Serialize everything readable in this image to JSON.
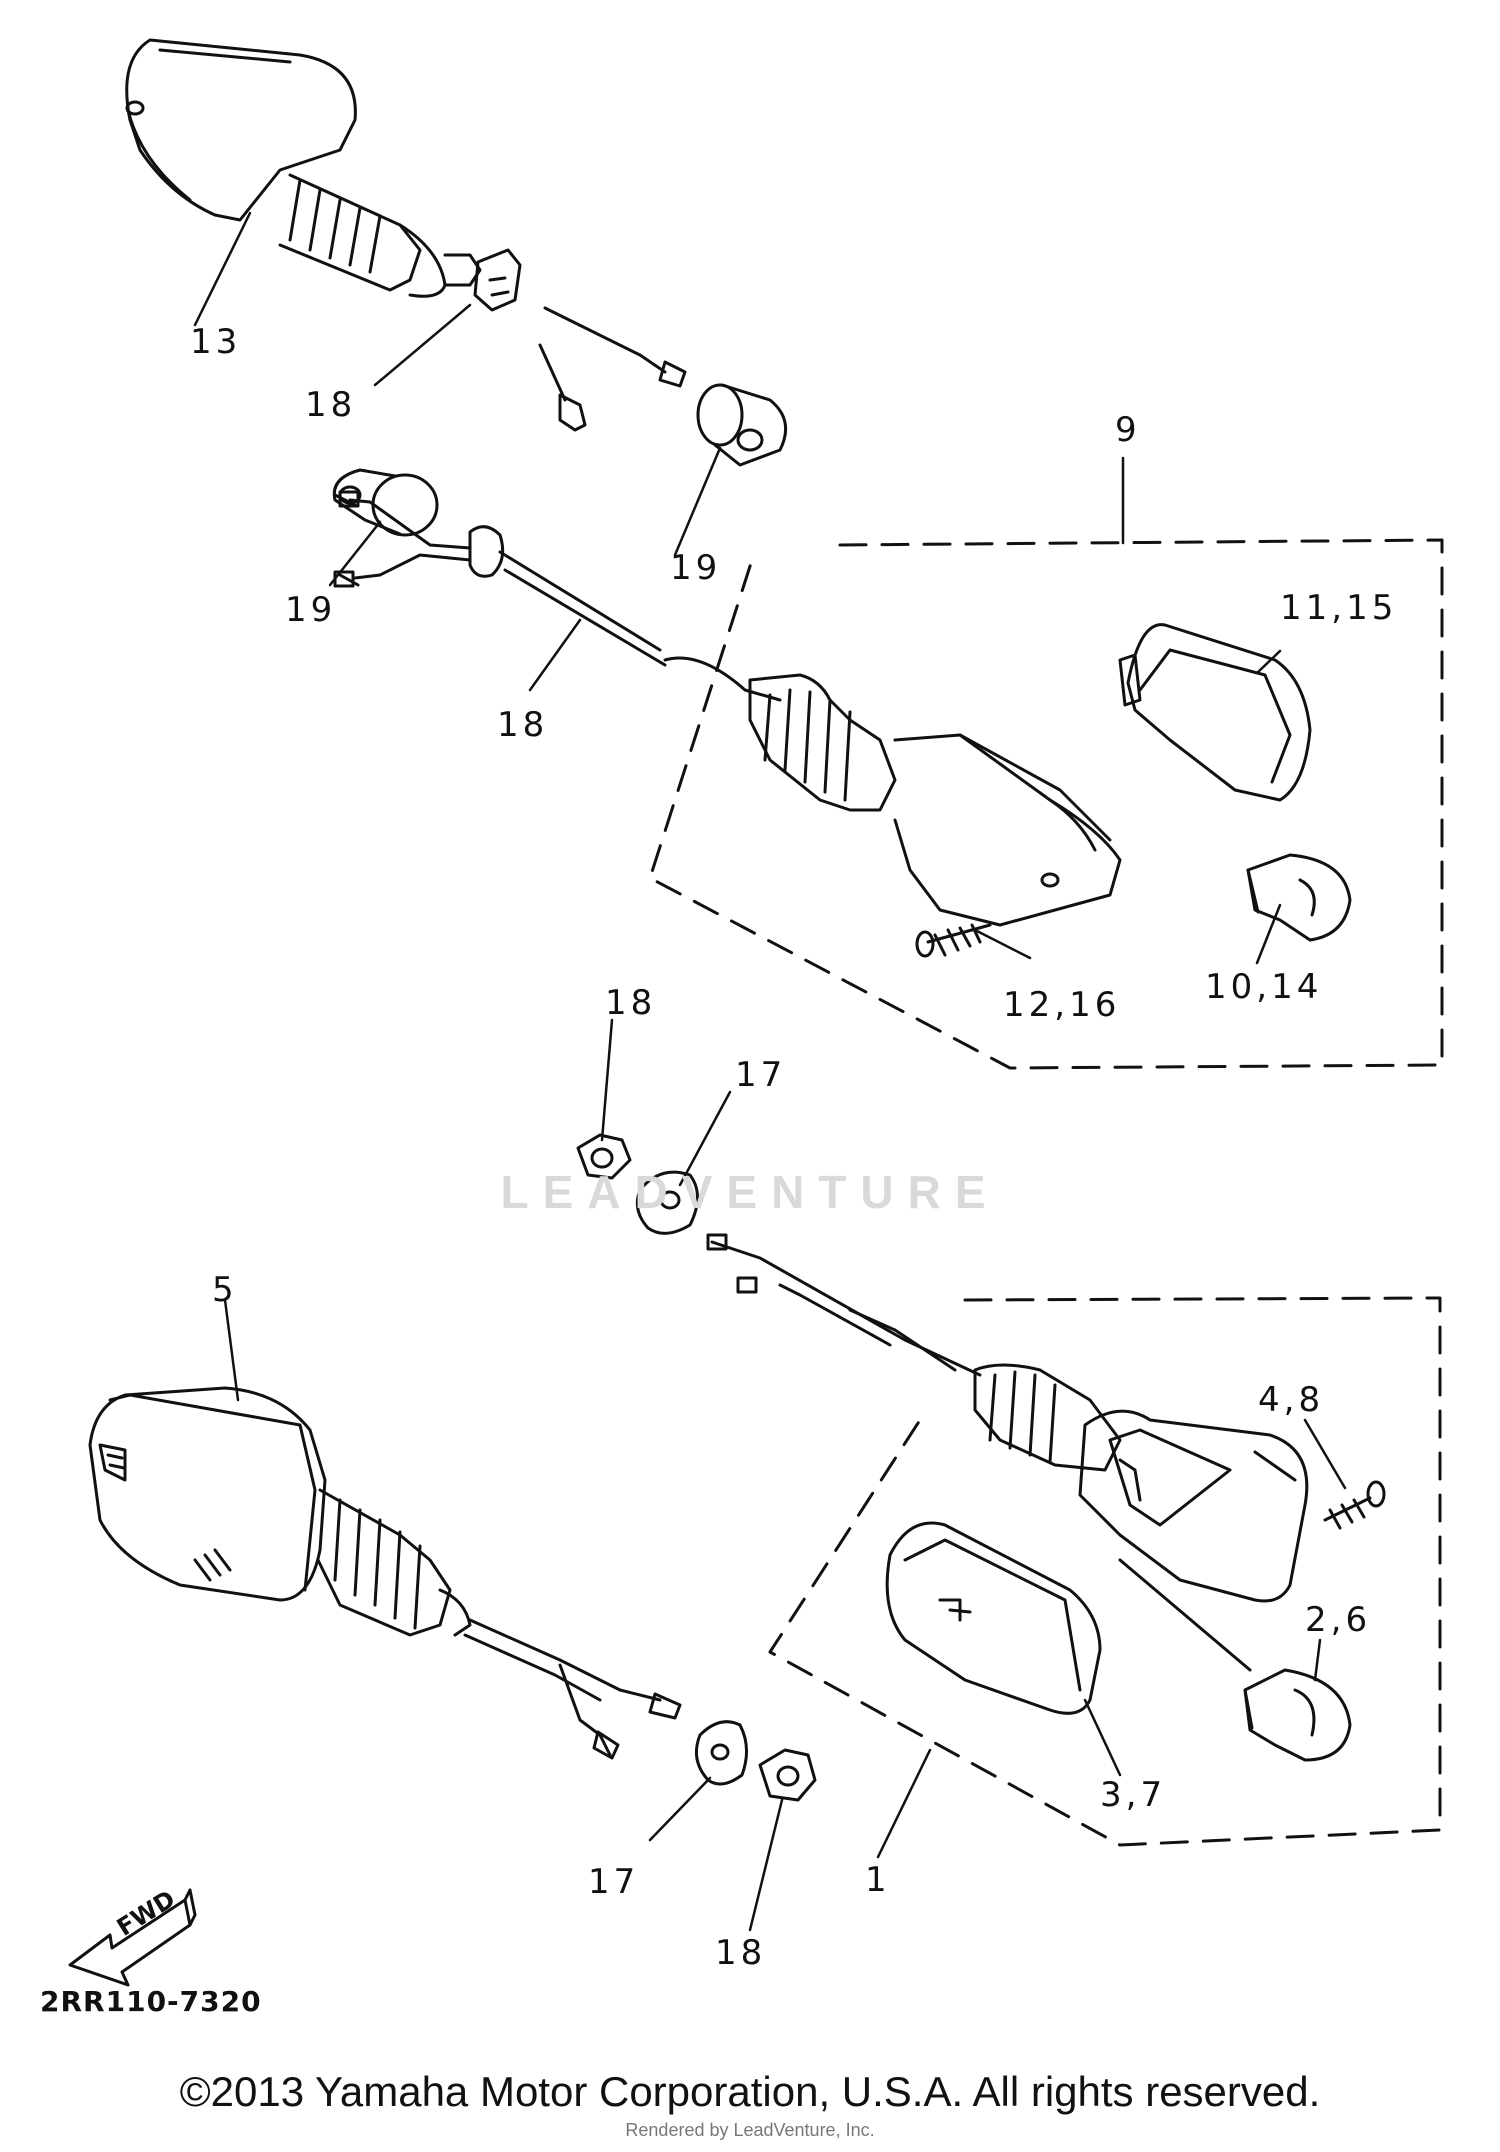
{
  "callouts": {
    "c13": "13",
    "c18a": "18",
    "c19a": "19",
    "c19b": "19",
    "c18b": "18",
    "c9": "9",
    "c11_15": "11,15",
    "c12_16": "12,16",
    "c10_14": "10,14",
    "c18c": "18",
    "c17a": "17",
    "c5": "5",
    "c4_8": "4,8",
    "c2_6": "2,6",
    "c3_7": "3,7",
    "c17b": "17",
    "c18d": "18",
    "c1": "1"
  },
  "fwd_label": "FWD",
  "diagram_code": "2RR110-7320",
  "watermark": "LEADVENTURE",
  "copyright": "©2013 Yamaha Motor Corporation, U.S.A. All rights reserved.",
  "rendered_by": "Rendered by LeadVenture, Inc.",
  "colors": {
    "ink": "#111111",
    "watermark": "#d9d9d9"
  }
}
